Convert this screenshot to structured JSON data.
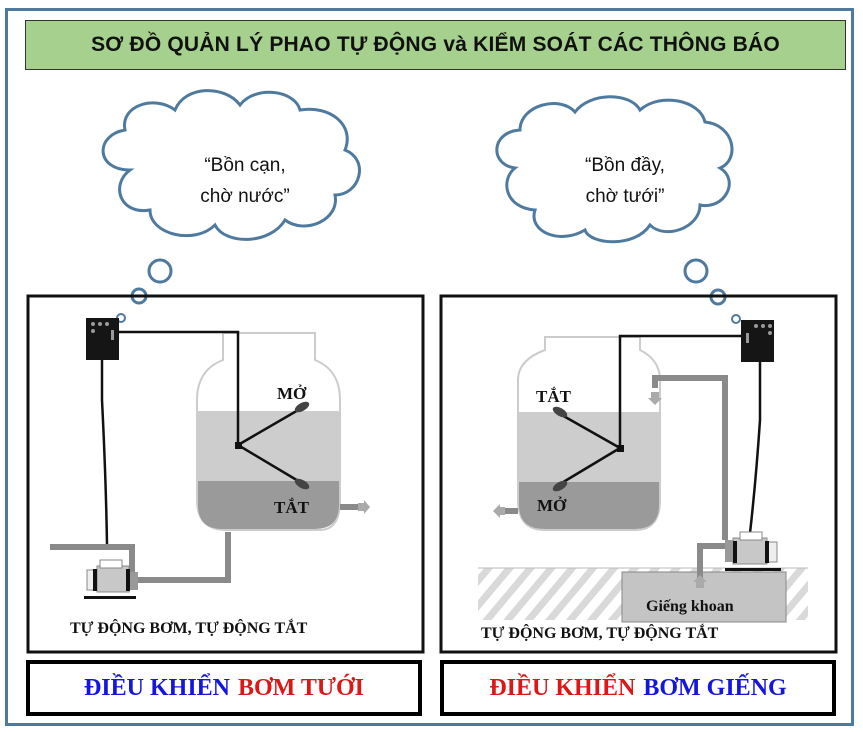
{
  "title": "SƠ ĐỒ QUẢN LÝ PHAO TỰ ĐỘNG và KIỂM SOÁT CÁC THÔNG BÁO",
  "colors": {
    "frame": "#4f7aa0",
    "title_bg": "#a6d08e",
    "bubble_stroke": "#4f7aa0",
    "blue": "#1515e0",
    "red": "#e01515"
  },
  "left_panel": {
    "bubble": {
      "line1": "“Bồn cạn,",
      "line2": "chờ nước”"
    },
    "float_top_label": "MỞ",
    "float_bottom_label": "TẮT",
    "caption": "TỰ ĐỘNG BƠM, TỰ ĐỘNG TẮT",
    "control": {
      "part1": "ĐIỀU KHIỂN",
      "part1_color": "blue",
      "part2": "BƠM TƯỚI",
      "part2_color": "red"
    }
  },
  "right_panel": {
    "bubble": {
      "line1": "“Bồn đầy,",
      "line2": "chờ tưới”"
    },
    "float_top_label": "TẮT",
    "float_bottom_label": "MỞ",
    "well_label": "Giếng khoan",
    "caption": "TỰ ĐỘNG BƠM, TỰ ĐỘNG TẮT",
    "control": {
      "part1": "ĐIỀU KHIỂN",
      "part1_color": "red",
      "part2": "BƠM GIẾNG",
      "part2_color": "blue"
    }
  }
}
